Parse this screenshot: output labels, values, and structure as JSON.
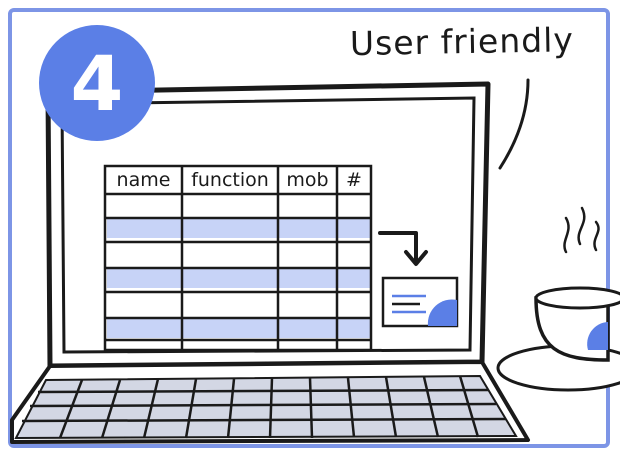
{
  "caption": "User friendly",
  "step_number": "4",
  "table": {
    "headers": [
      "name",
      "function",
      "mob",
      "#"
    ]
  },
  "colors": {
    "accent_blue": "#5b7fe6",
    "row_highlight": "#c7d3f7",
    "ink": "#1a1a1a",
    "keyboard": "#d3d7e4"
  },
  "icons": {
    "badge": "step-number-badge",
    "arrow": "down-right-arrow-icon",
    "card": "contact-card-icon",
    "cup": "coffee-cup-icon"
  }
}
